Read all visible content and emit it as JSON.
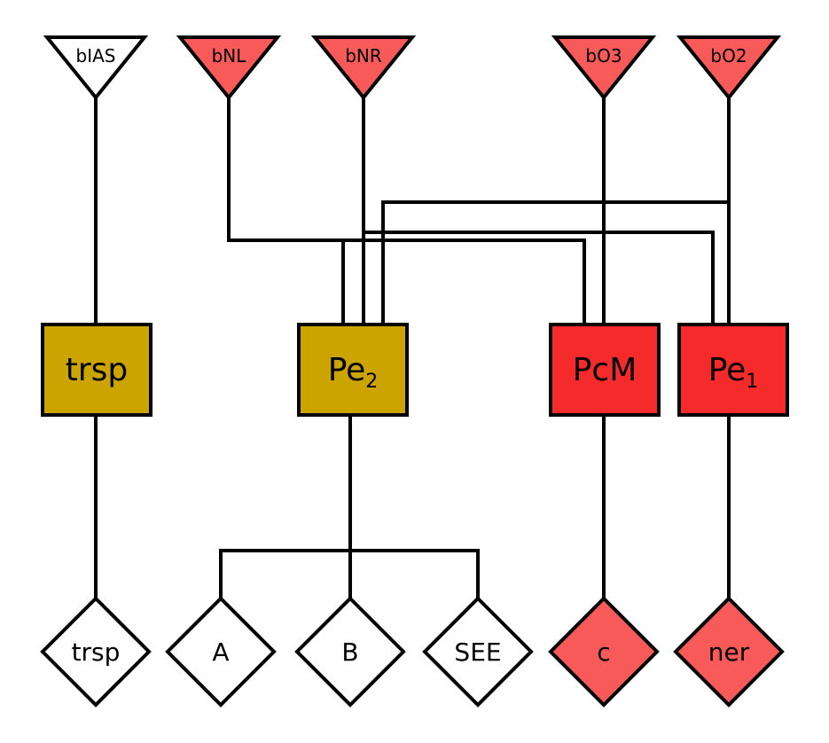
{
  "colors": {
    "white": "#ffffff",
    "red_light": "#f85a5a",
    "red": "#f52a2a",
    "gold": "#cca400",
    "stroke": "#000000"
  },
  "inputs": [
    {
      "id": "bIAS",
      "label": "bIAS",
      "fill": "white"
    },
    {
      "id": "bNL",
      "label": "bNL",
      "fill": "red_light"
    },
    {
      "id": "bNR",
      "label": "bNR",
      "fill": "red_light"
    },
    {
      "id": "bO3",
      "label": "bO3",
      "fill": "red_light"
    },
    {
      "id": "bO2",
      "label": "bO2",
      "fill": "red_light"
    }
  ],
  "modules": [
    {
      "id": "trsp",
      "label": "trsp",
      "subscript": "",
      "fill": "gold"
    },
    {
      "id": "Pe2",
      "label": "Pe",
      "subscript": "2",
      "fill": "gold"
    },
    {
      "id": "PcM",
      "label": "PcM",
      "subscript": "",
      "fill": "red"
    },
    {
      "id": "Pe1",
      "label": "Pe",
      "subscript": "1",
      "fill": "red"
    }
  ],
  "outputs": [
    {
      "id": "trsp_out",
      "label": "trsp",
      "fill": "white"
    },
    {
      "id": "A",
      "label": "A",
      "fill": "white"
    },
    {
      "id": "B",
      "label": "B",
      "fill": "white"
    },
    {
      "id": "SEE",
      "label": "SEE",
      "fill": "white"
    },
    {
      "id": "c",
      "label": "c",
      "fill": "red_light"
    },
    {
      "id": "ner",
      "label": "ner",
      "fill": "red_light"
    }
  ]
}
